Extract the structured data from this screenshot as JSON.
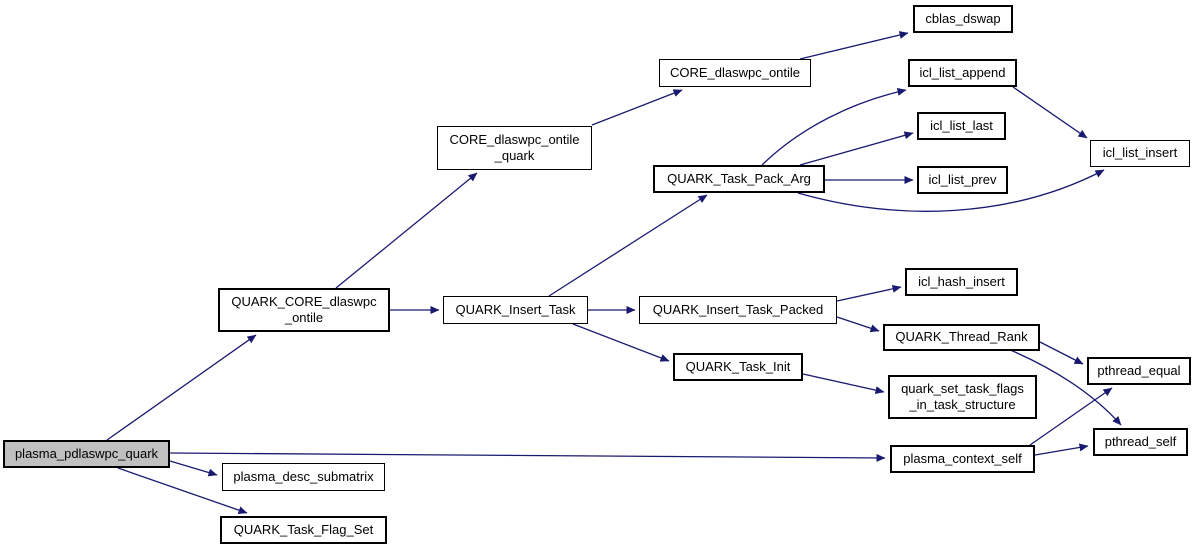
{
  "diagram": {
    "kind": "doxygen-call-graph",
    "colors": {
      "edge": "#191970",
      "node_border": "#000000",
      "node_fill": "#ffffff",
      "root_fill": "#c0c0c0",
      "text": "#000000",
      "background": "#ffffff"
    },
    "root": "plasma_pdlaswpc_quark",
    "nodes": [
      {
        "id": "plasma_pdlaswpc_quark",
        "label": "plasma_pdlaswpc_quark"
      },
      {
        "id": "plasma_desc_submatrix",
        "label": "plasma_desc_submatrix"
      },
      {
        "id": "QUARK_Task_Flag_Set",
        "label": "QUARK_Task_Flag_Set"
      },
      {
        "id": "QUARK_CORE_dlaswpc_ontile",
        "label": "QUARK_CORE_dlaswpc\n_ontile"
      },
      {
        "id": "CORE_dlaswpc_ontile_quark",
        "label": "CORE_dlaswpc_ontile\n_quark"
      },
      {
        "id": "CORE_dlaswpc_ontile",
        "label": "CORE_dlaswpc_ontile"
      },
      {
        "id": "cblas_dswap",
        "label": "cblas_dswap"
      },
      {
        "id": "QUARK_Insert_Task",
        "label": "QUARK_Insert_Task"
      },
      {
        "id": "QUARK_Task_Pack_Arg",
        "label": "QUARK_Task_Pack_Arg"
      },
      {
        "id": "icl_list_append",
        "label": "icl_list_append"
      },
      {
        "id": "icl_list_last",
        "label": "icl_list_last"
      },
      {
        "id": "icl_list_prev",
        "label": "icl_list_prev"
      },
      {
        "id": "icl_list_insert",
        "label": "icl_list_insert"
      },
      {
        "id": "QUARK_Insert_Task_Packed",
        "label": "QUARK_Insert_Task_Packed"
      },
      {
        "id": "icl_hash_insert",
        "label": "icl_hash_insert"
      },
      {
        "id": "QUARK_Thread_Rank",
        "label": "QUARK_Thread_Rank"
      },
      {
        "id": "QUARK_Task_Init",
        "label": "QUARK_Task_Init"
      },
      {
        "id": "quark_set_task_flags_in_task_structure",
        "label": "quark_set_task_flags\n_in_task_structure"
      },
      {
        "id": "pthread_equal",
        "label": "pthread_equal"
      },
      {
        "id": "pthread_self",
        "label": "pthread_self"
      },
      {
        "id": "plasma_context_self",
        "label": "plasma_context_self"
      }
    ],
    "edges": [
      {
        "from": "plasma_pdlaswpc_quark",
        "to": "QUARK_CORE_dlaswpc_ontile"
      },
      {
        "from": "plasma_pdlaswpc_quark",
        "to": "plasma_context_self"
      },
      {
        "from": "plasma_pdlaswpc_quark",
        "to": "plasma_desc_submatrix"
      },
      {
        "from": "plasma_pdlaswpc_quark",
        "to": "QUARK_Task_Flag_Set"
      },
      {
        "from": "QUARK_CORE_dlaswpc_ontile",
        "to": "CORE_dlaswpc_ontile_quark"
      },
      {
        "from": "QUARK_CORE_dlaswpc_ontile",
        "to": "QUARK_Insert_Task"
      },
      {
        "from": "CORE_dlaswpc_ontile_quark",
        "to": "CORE_dlaswpc_ontile"
      },
      {
        "from": "CORE_dlaswpc_ontile",
        "to": "cblas_dswap"
      },
      {
        "from": "QUARK_Insert_Task",
        "to": "QUARK_Task_Pack_Arg"
      },
      {
        "from": "QUARK_Insert_Task",
        "to": "QUARK_Insert_Task_Packed"
      },
      {
        "from": "QUARK_Insert_Task",
        "to": "QUARK_Task_Init"
      },
      {
        "from": "QUARK_Task_Pack_Arg",
        "to": "icl_list_append"
      },
      {
        "from": "QUARK_Task_Pack_Arg",
        "to": "icl_list_last"
      },
      {
        "from": "QUARK_Task_Pack_Arg",
        "to": "icl_list_prev"
      },
      {
        "from": "QUARK_Task_Pack_Arg",
        "to": "icl_list_insert"
      },
      {
        "from": "icl_list_append",
        "to": "icl_list_insert"
      },
      {
        "from": "QUARK_Insert_Task_Packed",
        "to": "icl_hash_insert"
      },
      {
        "from": "QUARK_Insert_Task_Packed",
        "to": "QUARK_Thread_Rank"
      },
      {
        "from": "QUARK_Thread_Rank",
        "to": "pthread_equal"
      },
      {
        "from": "QUARK_Thread_Rank",
        "to": "pthread_self"
      },
      {
        "from": "QUARK_Task_Init",
        "to": "quark_set_task_flags_in_task_structure"
      },
      {
        "from": "plasma_context_self",
        "to": "pthread_equal"
      },
      {
        "from": "plasma_context_self",
        "to": "pthread_self"
      }
    ]
  }
}
